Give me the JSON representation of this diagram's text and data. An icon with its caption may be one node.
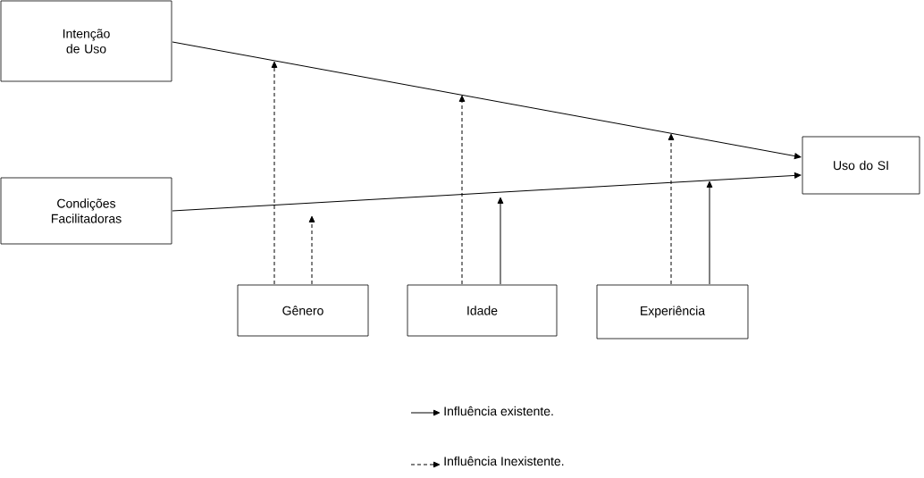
{
  "diagram": {
    "nodes": [
      {
        "text": [
          "Intenção de Uso"
        ]
      },
      {
        "text": [
          "Condições Facilitadoras"
        ]
      },
      {
        "text": [
          "Uso do SI"
        ]
      },
      {
        "text": [
          "Gênero"
        ]
      },
      {
        "text": [
          "Idade"
        ]
      },
      {
        "text": [
          "Experiência"
        ]
      }
    ],
    "edges": [
      {
        "from": 0,
        "to": 2,
        "arrow": "to"
      },
      {
        "from": 1,
        "to": 2,
        "arrow": "to"
      },
      {
        "from": 3,
        "to": null,
        "arrow": "to",
        "style": "dashed"
      },
      {
        "from": 3,
        "to": null,
        "arrow": "to",
        "style": "dashed"
      },
      {
        "from": 4,
        "to": null,
        "arrow": "to",
        "style": "dashed"
      },
      {
        "from": 4,
        "to": null,
        "arrow": "to"
      },
      {
        "from": 5,
        "to": null,
        "arrow": "to",
        "style": "dashed"
      },
      {
        "from": 5,
        "to": null,
        "arrow": "to"
      }
    ],
    "legend": [
      {
        "text": "Influência existente."
      },
      {
        "text": "Influência Inexistente."
      }
    ]
  }
}
